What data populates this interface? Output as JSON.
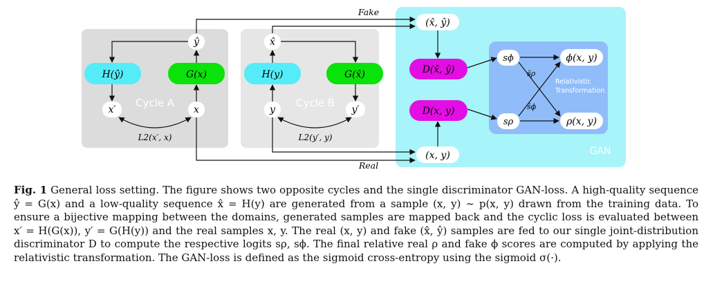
{
  "diagram": {
    "fake_label": "Fake",
    "real_label": "Real",
    "cycle_a_label": "Cycle A",
    "cycle_b_label": "Cycle B",
    "gan_label": "GAN",
    "nodes": {
      "y_hat": "ŷ",
      "x_hat": "x̂",
      "h_y_hat": "H(ŷ)",
      "g_x": "G(x)",
      "h_y": "H(y)",
      "g_x_hat": "G(x̂)",
      "x_prime": "x′",
      "x": "x",
      "y": "y",
      "y_prime": "y′",
      "fake_pair": "(x̂, ŷ)",
      "real_pair": "(x, y)",
      "d_fake": "D(x̂, ŷ)",
      "d_real": "D(x, y)",
      "s_phi": "sϕ",
      "s_rho": "sρ",
      "phi_xy": "ϕ(x, y)",
      "rho_xy": "ρ(x, y)"
    },
    "loss_a": "L2(x′, x)",
    "loss_b": "L2(y′, y)",
    "bar_s_rho": "s̄ρ",
    "bar_s_phi": "s̄ϕ",
    "relativistic_label": [
      "Relativistic",
      "Transformation"
    ],
    "colors": {
      "cycle_bg": "#dcdcdc",
      "gan_bg": "#a8f4fb",
      "rel_bg": "#90bdfa",
      "h_box": "#55ecf9",
      "g_box": "#0ae30a",
      "d_box": "#e30ee3"
    }
  },
  "caption": {
    "label": "Fig. 1",
    "text": "General loss setting. The figure shows two opposite cycles and the single discriminator GAN-loss. A high-quality sequence ŷ = G(x) and a low-quality sequence x̂ = H(y) are generated from a sample (x, y) ∼ p(x, y) drawn from the training data. To ensure a bijective mapping between the domains, generated samples are mapped back and the cyclic loss is evaluated between x′ = H(G(x)), y′ = G(H(y)) and the real samples x, y. The real (x, y) and fake (x̂, ŷ) samples are fed to our single joint-distribution discriminator D to compute the respective logits sρ, sϕ. The final relative real ρ and fake ϕ scores are computed by applying the relativistic transformation. The GAN-loss is defined as the sigmoid cross-entropy using the sigmoid σ(·)."
  }
}
